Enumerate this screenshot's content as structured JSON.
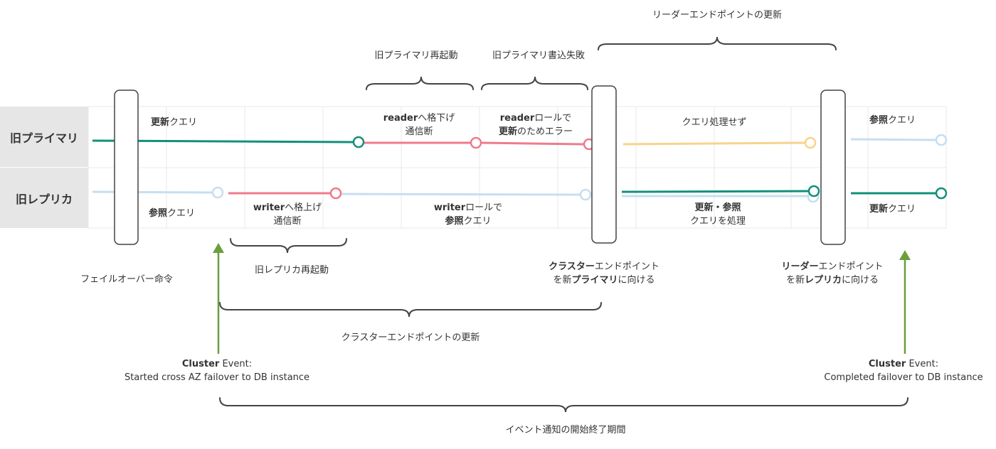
{
  "rows": {
    "primary": "旧プライマリ",
    "replica": "旧レプリカ"
  },
  "top_braces": {
    "reader_endpoint_update": "リーダーエンドポイントの更新",
    "old_primary_restart": "旧プライマリ再起動",
    "old_primary_write_fail": "旧プライマリ書込失敗"
  },
  "segments": {
    "primary_update_query": {
      "bold": "更新",
      "rest": "クエリ"
    },
    "reader_demote": {
      "bold": "reader",
      "rest": "へ格下げ",
      "line2": "通信断"
    },
    "reader_role_error": {
      "bold1": "reader",
      "rest1": "ロールで",
      "bold2": "更新",
      "rest2": "のためエラー"
    },
    "no_query_processing": "クエリ処理せず",
    "primary_read_query": {
      "bold": "参照",
      "rest": "クエリ"
    },
    "replica_read_query": {
      "bold": "参照",
      "rest": "クエリ"
    },
    "writer_promote": {
      "bold": "writer",
      "rest": "へ格上げ",
      "line2": "通信断"
    },
    "writer_role_read": {
      "bold1": "writer",
      "rest1": "ロールで",
      "bold2": "参照",
      "rest2": "クエリ"
    },
    "update_read_processing": {
      "line1": "更新・参照",
      "line2": "クエリを処理"
    },
    "replica_update_query": {
      "bold": "更新",
      "rest": "クエリ"
    }
  },
  "annotations": {
    "failover_command": "フェイルオーバー命令",
    "old_replica_restart": "旧レプリカ再起動",
    "cluster_endpoint_to_primary": {
      "bold1": "クラスター",
      "rest1": "エンドポイント",
      "pre2": "を新",
      "bold2": "プライマリ",
      "post2": "に向ける"
    },
    "reader_endpoint_to_replica": {
      "bold1": "リーダー",
      "rest1": "エンドポイント",
      "pre2": "を新",
      "bold2": "レプリカ",
      "post2": "に向ける"
    },
    "cluster_endpoint_update": "クラスターエンドポイントの更新",
    "event_started": {
      "bold": "Cluster",
      "rest": " Event:",
      "line2": "Started cross AZ failover to DB instance"
    },
    "event_completed": {
      "bold": "Cluster",
      "rest": " Event:",
      "line2": "Completed failover to DB instance"
    },
    "event_period": "イベント通知の開始終了期間"
  },
  "colors": {
    "teal": "#12907a",
    "pink": "#ef7a8c",
    "light_blue": "#c6def0",
    "yellow": "#f8d38b",
    "green_arrow": "#6b9e3c",
    "grid": "#e8e8e8",
    "row_label_bg": "#e6e6e6"
  }
}
